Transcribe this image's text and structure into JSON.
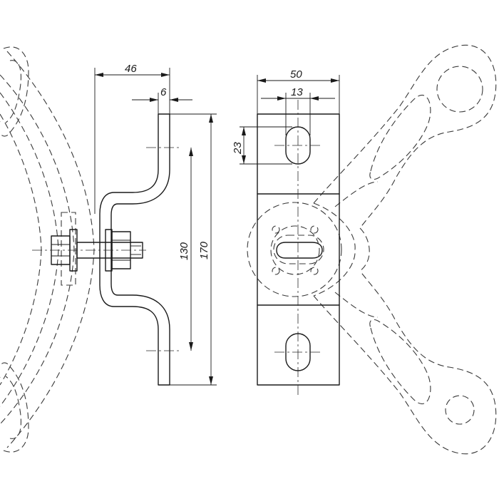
{
  "dimensions": {
    "overall_depth": "46",
    "plate_thickness": "6",
    "plate_width": "50",
    "slot_width": "13",
    "slot_length": "23",
    "hole_spacing": "130",
    "overall_height": "170"
  },
  "icons": {
    "side_view": "bracket-side-view",
    "front_view": "bracket-front-view",
    "pole_section": "pole-outline-dashed",
    "clamp_arms": "clamp-arms-dashed"
  }
}
